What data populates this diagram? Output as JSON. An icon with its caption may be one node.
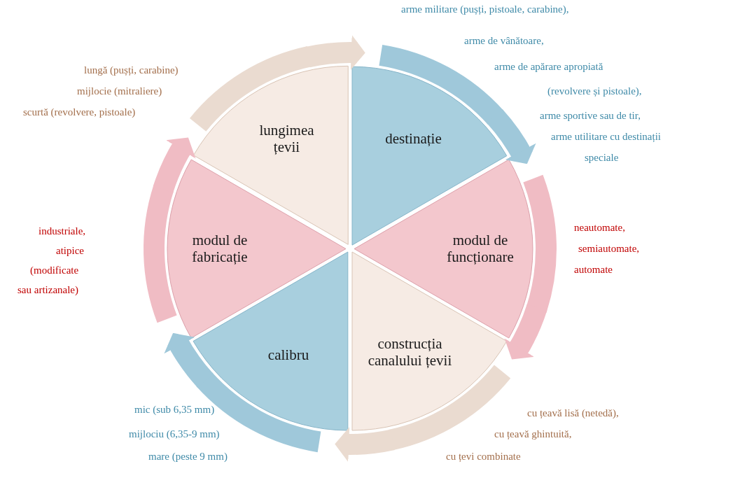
{
  "diagram": {
    "nodes": [
      {
        "text": [
          "destinație"
        ],
        "beside": [
          "arme militare (pușți, pistoale, carabine),",
          "arme de vânătoare,",
          "arme de apărare apropiată",
          "(revolvere și pistoale),",
          "arme sportive sau de tir,",
          "arme utilitare cu destinații",
          "speciale"
        ]
      },
      {
        "text": [
          "modul de funcționare"
        ],
        "beside": [
          "neautomate,",
          "semiautomate,",
          "automate"
        ]
      },
      {
        "text": [
          "construcția canalului țevii"
        ],
        "beside": [
          "cu țeavă lisă (netedă),",
          "cu țeavă ghintuită,",
          "cu țevi combinate"
        ]
      },
      {
        "text": [
          "calibru"
        ],
        "beside": [
          "mic (sub 6,35 mm)",
          "mijlociu (6,35-9 mm)",
          "mare (peste 9 mm)"
        ]
      },
      {
        "text": [
          "modul de fabricație"
        ],
        "beside": [
          "industriale,",
          "atipice",
          "(modificate",
          "sau artizanale)"
        ]
      },
      {
        "text": [
          "lungimea țevii"
        ],
        "beside": [
          "lungă (pușți, carabine)",
          "mijlocie (mitraliere)",
          "scurtă (revolvere, pistoale)"
        ]
      }
    ],
    "edges": [
      {
        "from": 0,
        "to": 1,
        "arrow": "to",
        "color": "#9fc8da"
      },
      {
        "from": 1,
        "to": 2,
        "arrow": "to",
        "color": "#f0bcc4"
      },
      {
        "from": 2,
        "to": 3,
        "arrow": "to",
        "color": "#eadbd0"
      },
      {
        "from": 3,
        "to": 4,
        "arrow": "to",
        "color": "#9fc8da"
      },
      {
        "from": 4,
        "to": 5,
        "arrow": "to",
        "color": "#f0bcc4"
      },
      {
        "from": 5,
        "to": 0,
        "arrow": "to",
        "color": "#eadbd0"
      }
    ]
  }
}
